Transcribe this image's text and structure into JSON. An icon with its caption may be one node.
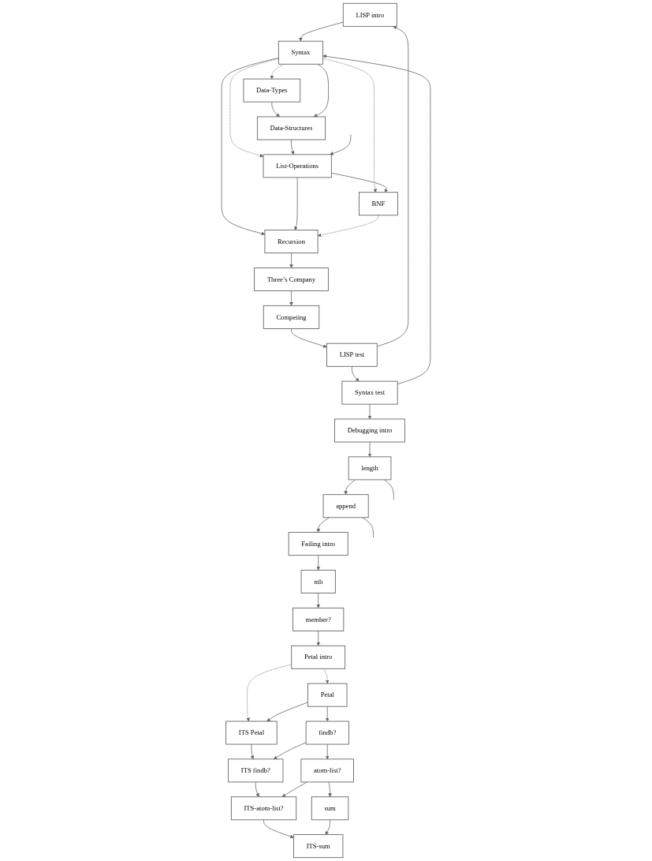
{
  "diagram": {
    "nodes": [
      {
        "text": [
          "LISP intro"
        ]
      },
      {
        "text": [
          "Data-Types"
        ]
      },
      {
        "text": [
          "Syntax"
        ]
      },
      {
        "text": [
          "Data-Structures"
        ]
      },
      {
        "text": [
          "Recursion"
        ]
      },
      {
        "text": [
          "List-Operations"
        ]
      },
      {
        "text": [
          "Three’s Company"
        ]
      },
      {
        "text": [
          "BNF"
        ]
      },
      {
        "text": [
          "LISP test"
        ]
      },
      {
        "text": [
          "Competing"
        ]
      },
      {
        "text": [
          "Syntax test"
        ]
      },
      {
        "text": [
          "Debugging intro"
        ]
      },
      {
        "text": [
          "length"
        ]
      },
      {
        "text": [
          "nth"
        ]
      },
      {
        "text": [
          "Failing intro"
        ]
      },
      {
        "text": [
          "append"
        ]
      },
      {
        "text": [
          "member?"
        ]
      },
      {
        "text": [
          "Petal intro"
        ]
      },
      {
        "text": [
          "Petal"
        ]
      },
      {
        "text": [
          "ITS Petal"
        ]
      },
      {
        "text": [
          "findb?"
        ]
      },
      {
        "text": [
          "ITS findb?"
        ]
      },
      {
        "text": [
          "atom-list?"
        ]
      },
      {
        "text": [
          "ITS-atom-list?"
        ]
      },
      {
        "text": [
          "sum"
        ]
      },
      {
        "text": [
          "ITS-sum"
        ]
      }
    ],
    "edges": [
      {
        "from": 0,
        "to": 2,
        "arrow": "to"
      },
      {
        "from": 2,
        "to": 1,
        "arrow": "to",
        "style": "dashed"
      },
      {
        "from": 1,
        "to": 3,
        "arrow": "to"
      },
      {
        "from": 2,
        "to": 3,
        "arrow": "to"
      },
      {
        "from": 2,
        "to": 5,
        "arrow": "to",
        "style": "dashed"
      },
      {
        "from": 2,
        "to": 7,
        "arrow": "to",
        "style": "dashed"
      },
      {
        "from": 2,
        "to": 4,
        "arrow": "to"
      },
      {
        "from": 3,
        "to": 5,
        "arrow": "to"
      },
      {
        "from": 5,
        "to": 4,
        "arrow": "to"
      },
      {
        "from": 5,
        "to": 7,
        "arrow": "to"
      },
      {
        "from": null,
        "to": 5,
        "arrow": "to"
      },
      {
        "from": 7,
        "to": 4,
        "arrow": "to",
        "style": "dashed"
      },
      {
        "from": 4,
        "to": 6,
        "arrow": "to"
      },
      {
        "from": 6,
        "to": 9,
        "arrow": "to"
      },
      {
        "from": 9,
        "to": 8,
        "arrow": "to"
      },
      {
        "from": 8,
        "to": 0,
        "arrow": "to"
      },
      {
        "from": 8,
        "to": 10,
        "arrow": "to"
      },
      {
        "from": 10,
        "to": 2,
        "arrow": "to"
      },
      {
        "from": 10,
        "to": 11,
        "arrow": "to"
      },
      {
        "from": 11,
        "to": 12,
        "arrow": "to"
      },
      {
        "from": 12,
        "to": null,
        "arrow": "none"
      },
      {
        "from": 12,
        "to": 15,
        "arrow": "to"
      },
      {
        "from": 15,
        "to": null,
        "arrow": "none"
      },
      {
        "from": 15,
        "to": 14,
        "arrow": "to"
      },
      {
        "from": 14,
        "to": 13,
        "arrow": "to"
      },
      {
        "from": 13,
        "to": 16,
        "arrow": "to"
      },
      {
        "from": 16,
        "to": 17,
        "arrow": "to"
      },
      {
        "from": 17,
        "to": 18,
        "arrow": "to",
        "style": "dashed"
      },
      {
        "from": 17,
        "to": 19,
        "arrow": "to",
        "style": "dashed"
      },
      {
        "from": 18,
        "to": 19,
        "arrow": "to"
      },
      {
        "from": 18,
        "to": 20,
        "arrow": "to"
      },
      {
        "from": 19,
        "to": 21,
        "arrow": "to"
      },
      {
        "from": 20,
        "to": 21,
        "arrow": "to"
      },
      {
        "from": 20,
        "to": 22,
        "arrow": "to"
      },
      {
        "from": 21,
        "to": 23,
        "arrow": "to"
      },
      {
        "from": 22,
        "to": 23,
        "arrow": "to"
      },
      {
        "from": 22,
        "to": 24,
        "arrow": "to"
      },
      {
        "from": 23,
        "to": 25,
        "arrow": "to"
      },
      {
        "from": 24,
        "to": 25,
        "arrow": "to"
      }
    ]
  }
}
